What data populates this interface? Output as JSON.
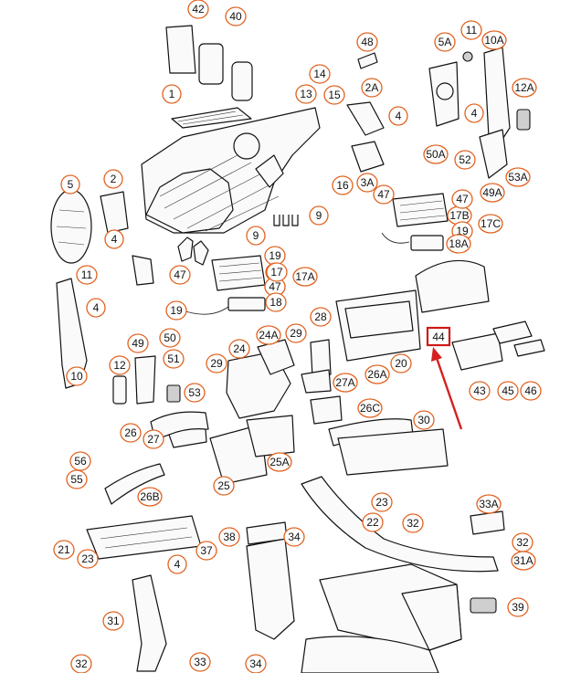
{
  "diagram": {
    "callouts": [
      "42",
      "40",
      "1",
      "13",
      "14",
      "15",
      "2A",
      "4",
      "48",
      "5A",
      "11",
      "10A",
      "12A",
      "4",
      "50A",
      "52",
      "53A",
      "49A",
      "5",
      "2",
      "4",
      "16",
      "3A",
      "47",
      "17B",
      "47",
      "19",
      "17C",
      "18A",
      "9",
      "9",
      "19",
      "11",
      "47",
      "17",
      "19",
      "17A",
      "47",
      "18",
      "19",
      "4",
      "10",
      "12",
      "49",
      "50",
      "51",
      "53",
      "29",
      "24",
      "24A",
      "29",
      "28",
      "26A",
      "27A",
      "20",
      "43",
      "45",
      "46",
      "26",
      "27",
      "26C",
      "30",
      "56",
      "55",
      "26B",
      "25",
      "25A",
      "23",
      "22",
      "32",
      "33A",
      "32",
      "31A",
      "21",
      "23",
      "4",
      "38",
      "34",
      "37",
      "39",
      "31",
      "32",
      "33",
      "34",
      "17",
      "44"
    ],
    "highlighted": "44",
    "highlight_color": "#d01818",
    "callout_color": "#e0621f"
  }
}
